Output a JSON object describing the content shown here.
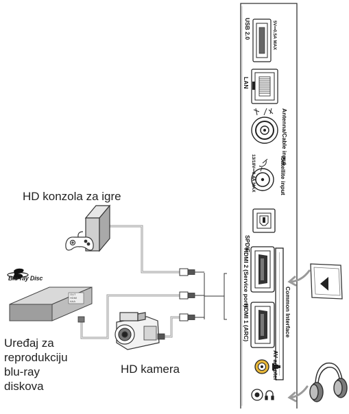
{
  "devices": {
    "console_label": "HD konzola za igre",
    "bluray_label_lines": [
      "Uređaj za",
      "reprodukciju",
      "blu-ray",
      "diskova"
    ],
    "camera_label": "HD kamera",
    "bluray_logo_text": "Blu-ray Disc",
    "bluray_box_text": [
      "OUT",
      "HDMI",
      "AAA"
    ]
  },
  "panel": {
    "usb_label": "USB 2.0",
    "usb_rating": "5V⎓0.5A MAX",
    "lan_label": "LAN",
    "antenna_label": "Antenna/Cable input",
    "satellite_label": "Satellite input",
    "satellite_rating": "13/18V⎓0.4A MAX",
    "spdif_label": "SPDIF",
    "hdmi2_label": "HDMI 2 (Service port)",
    "hdmi1_label": "HDMI 1 (ARC)",
    "ci_label": "Common Interface",
    "av_label": "AV adapter"
  },
  "colors": {
    "line": "#333333",
    "cable": "#9a9a9a",
    "av_yellow": "#e8b83a"
  }
}
